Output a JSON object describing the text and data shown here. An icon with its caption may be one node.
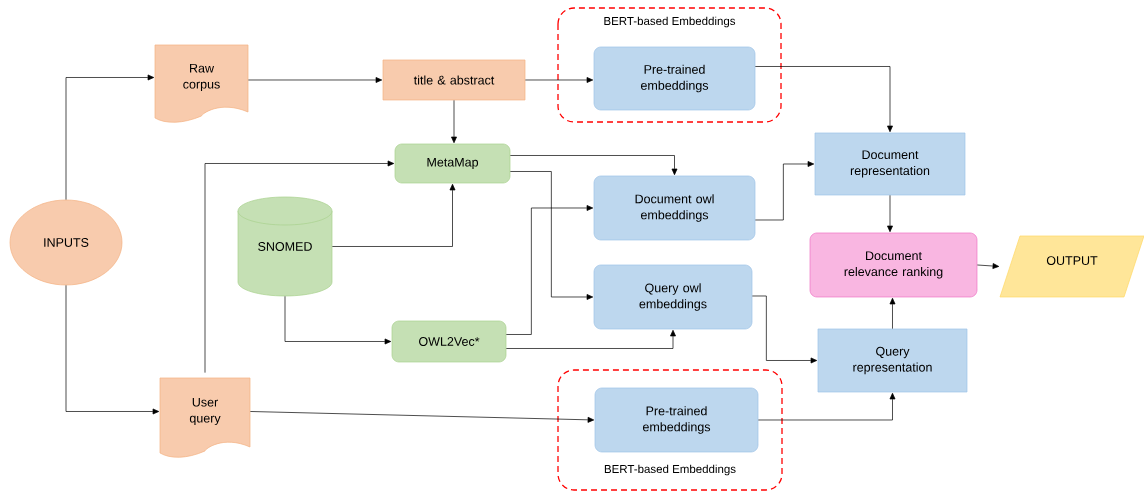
{
  "diagram": {
    "nodes": [
      {
        "text": [
          "INPUTS"
        ]
      },
      {
        "text": [
          "Raw corpus"
        ]
      },
      {
        "text": [
          "title & abstract"
        ]
      },
      {
        "text": [
          "BERT-based Embeddings"
        ]
      },
      {
        "text": [
          "Pre-trained embeddings"
        ],
        "in": 3
      },
      {
        "text": [
          "MetaMap"
        ]
      },
      {
        "text": [
          "SNOMED"
        ]
      },
      {
        "text": [
          "Document owl embeddings"
        ]
      },
      {
        "text": [
          "Query owl embeddings"
        ]
      },
      {
        "text": [
          "OWL2Vec*"
        ]
      },
      {
        "text": [
          "Document representation"
        ]
      },
      {
        "text": [
          "Document relevance ranking"
        ]
      },
      {
        "text": [
          "OUTPUT"
        ]
      },
      {
        "text": [
          "Query representation"
        ]
      },
      {
        "text": [
          "User query"
        ]
      },
      {
        "text": [
          "BERT-based Embeddings"
        ]
      },
      {
        "text": [
          "Pre-trained embeddings"
        ],
        "in": 15
      }
    ],
    "edges": [
      {
        "from": 0,
        "to": 1,
        "arrow": "to"
      },
      {
        "from": 0,
        "to": 14,
        "arrow": "to"
      },
      {
        "from": 1,
        "to": 2,
        "arrow": "to"
      },
      {
        "from": 2,
        "to": 4,
        "arrow": "to"
      },
      {
        "from": 2,
        "to": 5,
        "arrow": "to"
      },
      {
        "from": 14,
        "to": 5,
        "arrow": "to"
      },
      {
        "from": 6,
        "to": 5,
        "arrow": "to"
      },
      {
        "from": 5,
        "to": 7,
        "arrow": "to"
      },
      {
        "from": 5,
        "to": 8,
        "arrow": "to"
      },
      {
        "from": 6,
        "to": 9,
        "arrow": "to"
      },
      {
        "from": 9,
        "to": 7,
        "arrow": "to"
      },
      {
        "from": 9,
        "to": 8,
        "arrow": "to"
      },
      {
        "from": 4,
        "to": 10,
        "arrow": "to"
      },
      {
        "from": 7,
        "to": 10,
        "arrow": "to"
      },
      {
        "from": 10,
        "to": 11,
        "arrow": "to"
      },
      {
        "from": 13,
        "to": 11,
        "arrow": "to"
      },
      {
        "from": 8,
        "to": 13,
        "arrow": "to"
      },
      {
        "from": 16,
        "to": 13,
        "arrow": "to"
      },
      {
        "from": 14,
        "to": 16,
        "arrow": "to"
      },
      {
        "from": 11,
        "to": 12,
        "arrow": "to"
      }
    ]
  }
}
